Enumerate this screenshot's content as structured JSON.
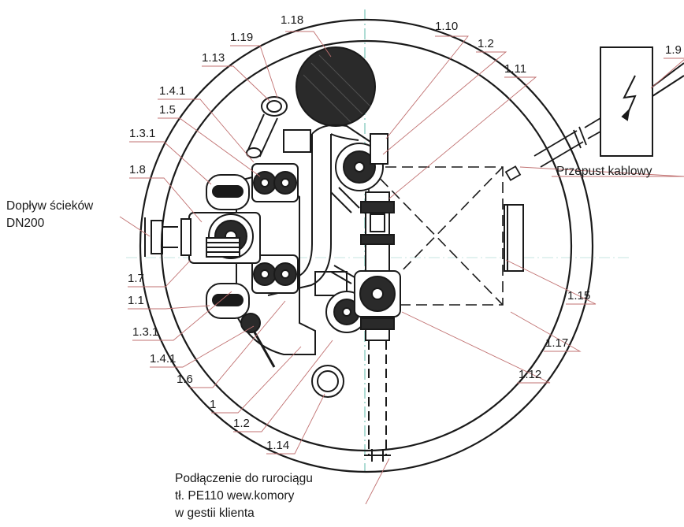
{
  "diagram": {
    "callouts": {
      "c_1_18": "1.18",
      "c_1_19": "1.19",
      "c_1_13": "1.13",
      "c_1_10": "1.10",
      "c_1_2_top": "1.2",
      "c_1_11": "1.11",
      "c_1_9": "1.9",
      "c_1_4_1_top": "1.4.1",
      "c_1_5": "1.5",
      "c_1_3_1_top": "1.3.1",
      "c_1_8": "1.8",
      "c_1_7": "1.7",
      "c_1_1": "1.1",
      "c_1_3_1_bottom": "1.3.1",
      "c_1_4_1_bottom": "1.4.1",
      "c_1_6": "1.6",
      "c_1": "1",
      "c_1_2_bottom": "1.2",
      "c_1_14": "1.14",
      "c_1_15": "1.15",
      "c_1_17": "1.17",
      "c_1_12": "1.12"
    },
    "inflow": {
      "line1": "Dopływ ścieków",
      "line2": "DN200"
    },
    "cable_passage": "Przepust kablowy",
    "connection": {
      "line1": "Podłączenie do rurociągu",
      "line2": "tł. PE110 wew.komory",
      "line3": "w gestii klienta"
    },
    "colors": {
      "stroke": "#1a1a1a",
      "leader": "#c07070",
      "axis": "#5cb8a8",
      "dark_fill": "#2a2a2a"
    }
  }
}
